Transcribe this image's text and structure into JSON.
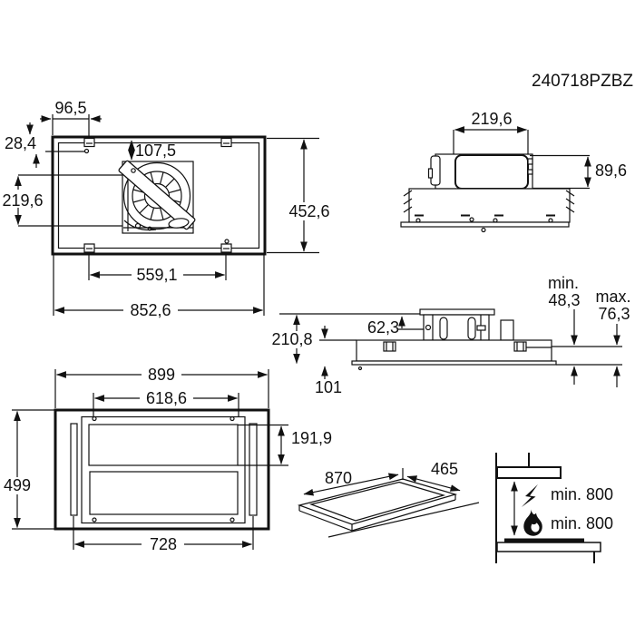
{
  "title": "240718PZBZ",
  "top_view": {
    "bracket_offset": "96,5",
    "hole_offset": "28,4",
    "fan_offset": "107,5",
    "fan_span": "219,6",
    "depth": "452,6",
    "bracket_spacing": "559,1",
    "width": "852,6"
  },
  "duct_view": {
    "duct_width": "219,6",
    "duct_height": "89,6"
  },
  "side_view": {
    "motor_height": "62,3",
    "total_height": "210,8",
    "housing_height": "101",
    "min_label": "min.",
    "min_value": "48,3",
    "max_label": "max.",
    "max_value": "76,3"
  },
  "front_view": {
    "width": "899",
    "filter_width": "618,6",
    "filter_height": "191,9",
    "height": "499",
    "panel_span": "728"
  },
  "panel_view": {
    "length": "870",
    "width": "465"
  },
  "clearance_view": {
    "electric": "min. 800",
    "gas": "min. 800"
  }
}
